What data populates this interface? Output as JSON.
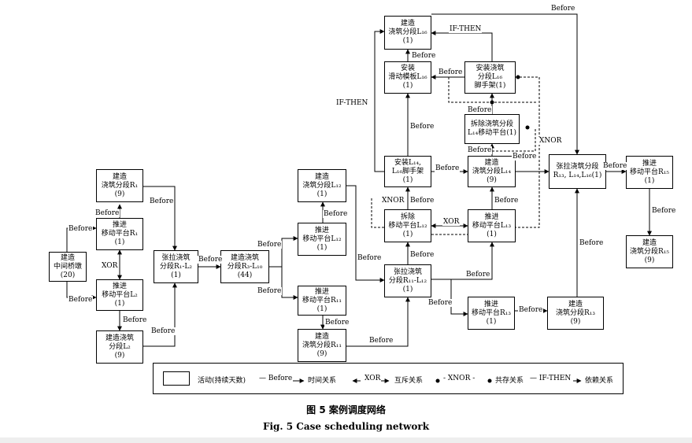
{
  "nodes": {
    "n1": "建造\n中间桥墩\n(20)",
    "n2": "建造\n浇筑分段R₁\n(9)",
    "n3": "推进\n移动平台R₁\n(1)",
    "n4": "推进\n移动平台L₂\n(1)",
    "n5": "建造浇筑\n分段L₂\n(9)",
    "n6": "张拉浇筑\n分段R₁-L₂\n(1)",
    "n7": "建造浇筑\n分段R₃-L₁₀\n(44)",
    "n8": "建造\n浇筑分段L₁₂\n(1)",
    "n9": "推进\n移动平台L₁₂\n(1)",
    "n10": "推进\n移动平台R₁₁\n(1)",
    "n11": "建造\n浇筑分段R₁₁\n(9)",
    "n12": "张拉浇筑\n分段R₁₁-L₁₂\n(1)",
    "n13": "拆除\n移动平台L₁₂\n(1)",
    "n14": "推进\n移动平台L₁₃\n(1)",
    "n15": "推进\n移动平台R₁₃\n(1)",
    "n16": "建造\n浇筑分段R₁₃\n(9)",
    "n17": "安装L₁₄,\nL₁₆脚手架\n(1)",
    "n18": "建造\n浇筑分段L₁₄\n(9)",
    "n19": "拆除浇筑分段\nL₁₄移动平台(1)",
    "n20": "安装浇筑\n分段L₁₆\n脚手架(1)",
    "n21": "安装\n滑动模板L₁₆\n(1)",
    "n22": "建造\n浇筑分段L₁₆\n(1)",
    "n23": "张拉浇筑分段\nR₁₃, L₁₄,L₁₆(1)",
    "n24": "推进\n移动平台R₁₅\n(1)",
    "n25": "建造\n浇筑分段R₁₅\n(9)"
  },
  "labels": {
    "before": "Before",
    "xor": "XOR",
    "xnor": "XNOR",
    "ifthen": "IF-THEN"
  },
  "legend": {
    "activity": "活动(持续天数)",
    "before_prefix": "— Before",
    "before_text": "时间关系",
    "xor_prefix": "XOR",
    "xor_text": "互斥关系",
    "xnor_prefix": "- XNOR -",
    "xnor_text": "共存关系",
    "ifthen_prefix": "— IF-THEN",
    "ifthen_text": "依赖关系"
  },
  "caption": {
    "zh": "图 5    案例调度网络",
    "en": "Fig. 5    Case scheduling network"
  }
}
